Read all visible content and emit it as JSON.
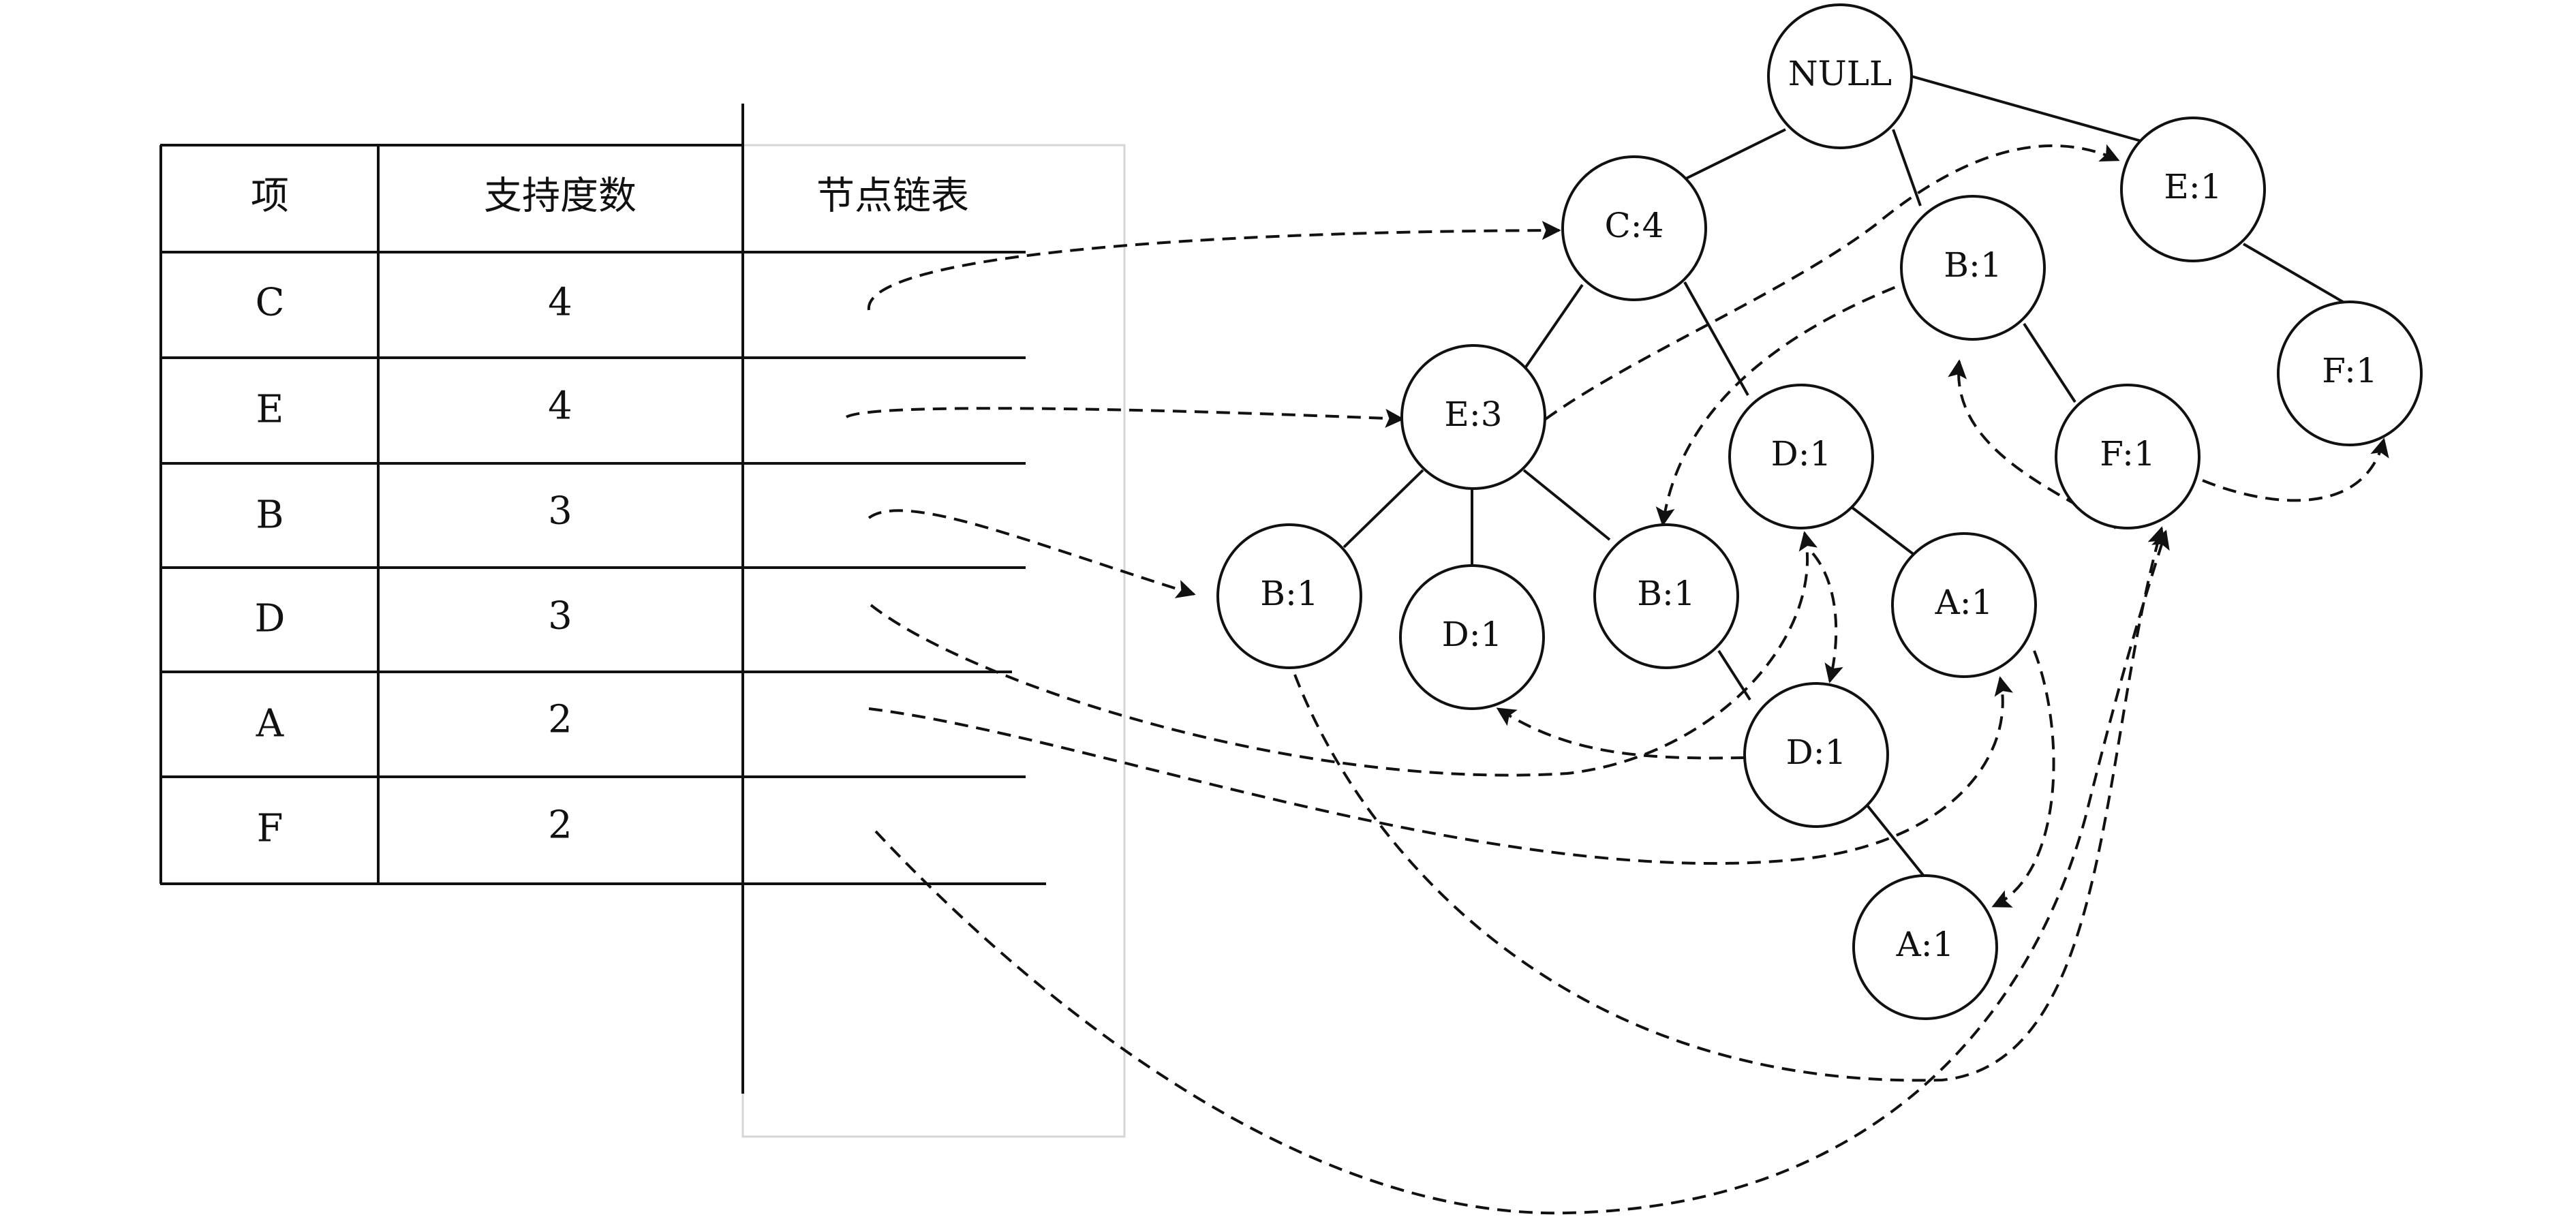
{
  "header_table": {
    "columns": [
      "项",
      "支持度数",
      "节点链表"
    ],
    "rows": [
      {
        "item": "C",
        "count": "4"
      },
      {
        "item": "E",
        "count": "4"
      },
      {
        "item": "B",
        "count": "3"
      },
      {
        "item": "D",
        "count": "3"
      },
      {
        "item": "A",
        "count": "2"
      },
      {
        "item": "F",
        "count": "2"
      }
    ]
  },
  "tree": {
    "nodes": [
      {
        "id": "root",
        "label": "NULL"
      },
      {
        "id": "C4",
        "label": "C:4"
      },
      {
        "id": "B1a",
        "label": "B:1"
      },
      {
        "id": "E1",
        "label": "E:1"
      },
      {
        "id": "E3",
        "label": "E:3"
      },
      {
        "id": "D1a",
        "label": "D:1"
      },
      {
        "id": "F1a",
        "label": "F:1"
      },
      {
        "id": "F1b",
        "label": "F:1"
      },
      {
        "id": "B1b",
        "label": "B:1"
      },
      {
        "id": "D1b",
        "label": "D:1"
      },
      {
        "id": "B1c",
        "label": "B:1"
      },
      {
        "id": "A1a",
        "label": "A:1"
      },
      {
        "id": "D1c",
        "label": "D:1"
      },
      {
        "id": "A1b",
        "label": "A:1"
      }
    ],
    "edges": [
      [
        "root",
        "C4"
      ],
      [
        "root",
        "B1a"
      ],
      [
        "root",
        "E1"
      ],
      [
        "C4",
        "E3"
      ],
      [
        "C4",
        "D1a"
      ],
      [
        "E3",
        "B1b"
      ],
      [
        "E3",
        "D1b"
      ],
      [
        "E3",
        "B1c"
      ],
      [
        "B1c",
        "D1c"
      ],
      [
        "D1c",
        "A1b"
      ],
      [
        "D1a",
        "A1a"
      ],
      [
        "B1a",
        "F1a"
      ],
      [
        "E1",
        "F1b"
      ]
    ]
  }
}
